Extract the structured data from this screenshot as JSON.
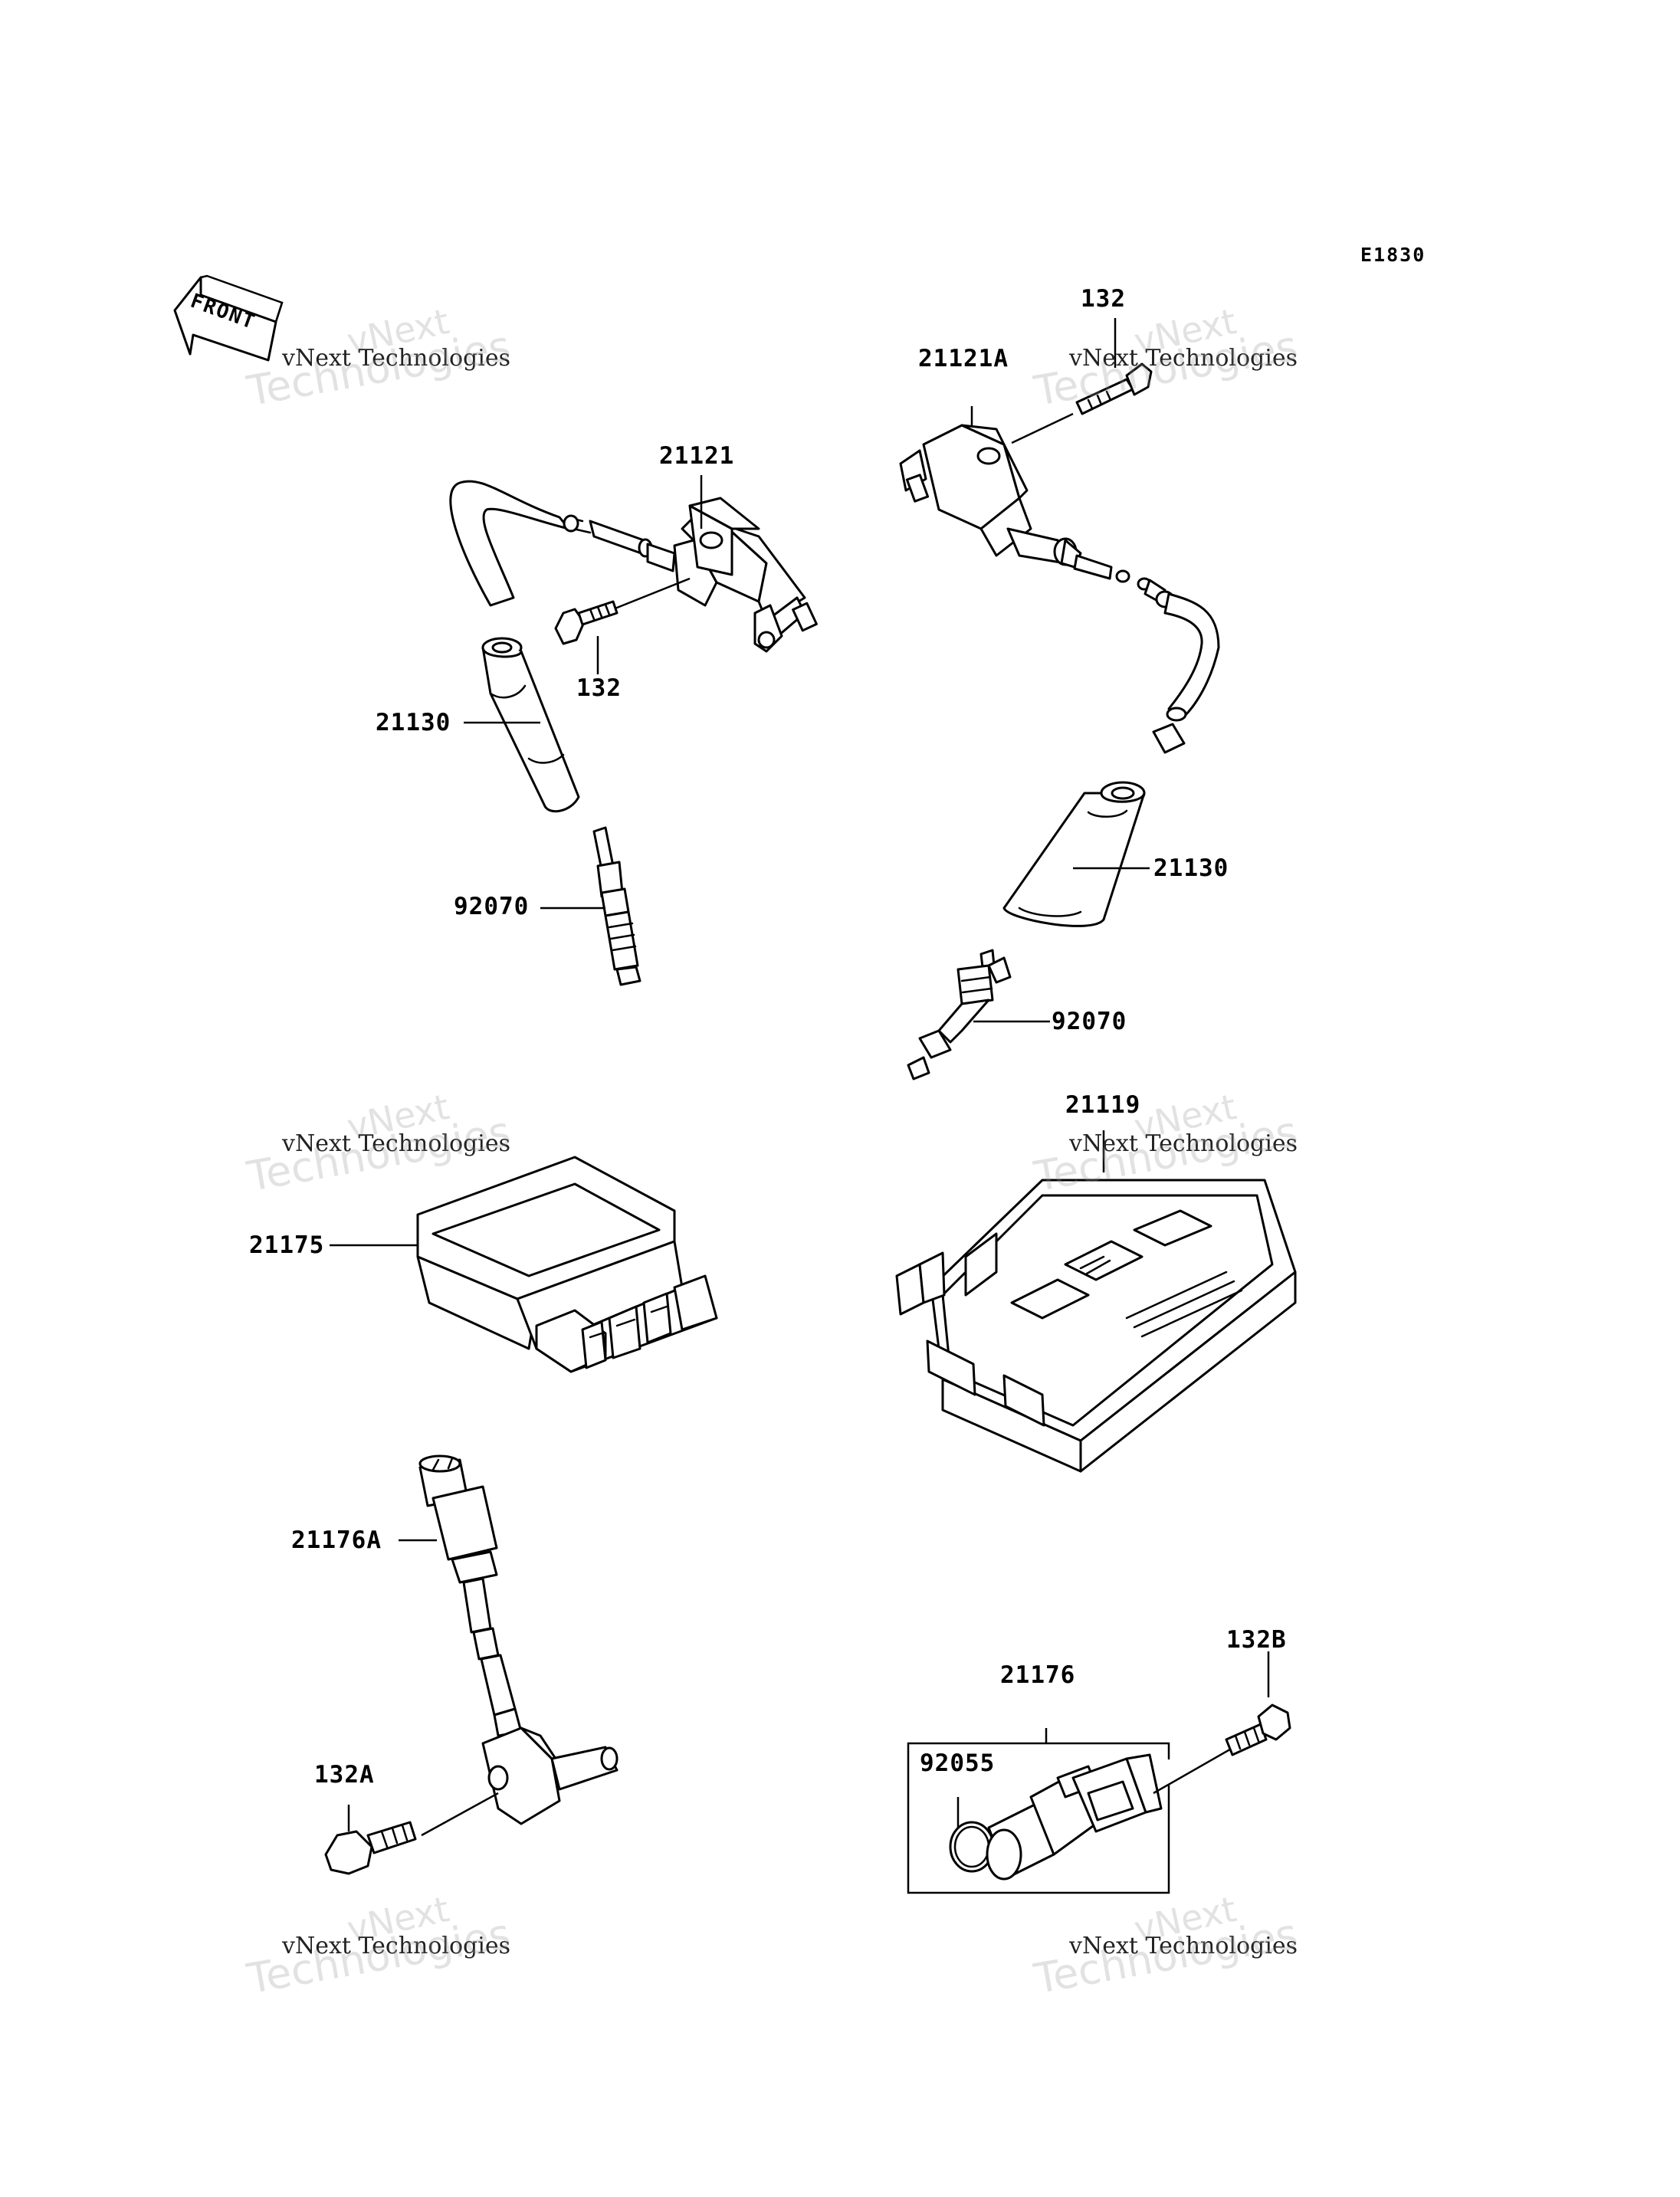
{
  "diagram_code": "E1830",
  "front_label": "FRONT",
  "watermark": {
    "line_small": "vNext Technologies",
    "line_large_a": "vNext",
    "line_large_b": "Technologies"
  },
  "callouts": {
    "coil_left": "21121",
    "bolt_left": "132",
    "cap_left": "21130",
    "plug_left": "92070",
    "bolt_right": "132",
    "coil_right": "21121A",
    "cap_right": "21130",
    "plug_right": "92070",
    "module_left": "21175",
    "ecu_right": "21119",
    "sensor_left": "21176A",
    "bolt_sensor_left": "132A",
    "bolt_sensor_right": "132B",
    "sensor_right": "21176",
    "oring": "92055"
  }
}
